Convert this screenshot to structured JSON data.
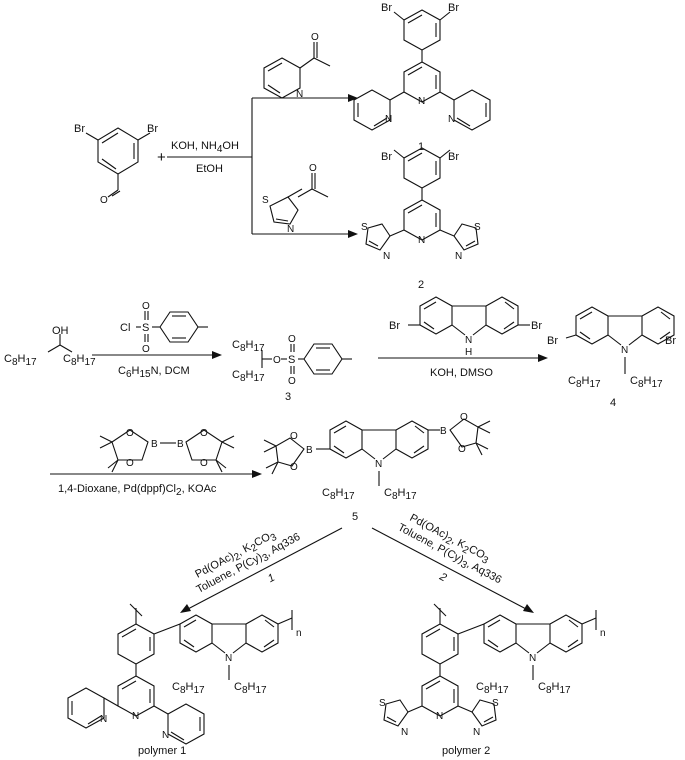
{
  "reaction1": {
    "reagents": "KOH, NH",
    "reagents_sub": "4",
    "reagents_tail": "OH",
    "solvent": "EtOH",
    "plus": "+",
    "product1_label": "1",
    "product2_label": "2"
  },
  "reaction2": {
    "reagents_line": "C",
    "reagents_sub1": "6",
    "reagents_mid": "H",
    "reagents_sub2": "15",
    "reagents_tail": "N, DCM",
    "product_label": "3"
  },
  "reaction3": {
    "reagents": "KOH, DMSO",
    "product_label": "4"
  },
  "reaction4": {
    "reagents_a": "1,4-Dioxane, Pd(dppf)Cl",
    "reagents_sub": "2",
    "reagents_b": ", KOAc",
    "product_label": "5"
  },
  "reaction5": {
    "left_line1": "Pd(OAc)",
    "left_line1_sub": "2",
    "left_line1_b": ", K",
    "left_line1_sub2": "2",
    "left_line1_c": "CO",
    "left_line1_sub3": "3",
    "left_line2": "Toluene, P(Cy)",
    "left_line2_sub": "3",
    "left_line2_b": ", Aq336",
    "left_number": "1",
    "right_number": "2",
    "polymer1_label": "polymer 1",
    "polymer2_label": "polymer 2",
    "repeat_n": "n"
  },
  "atoms": {
    "Br": "Br",
    "N": "N",
    "O": "O",
    "S": "S",
    "Cl": "Cl",
    "B": "B",
    "H": "H",
    "OH": "OH",
    "C8H17": "C",
    "C8H17_sub1": "8",
    "C8H17_mid": "H",
    "C8H17_sub2": "17"
  }
}
